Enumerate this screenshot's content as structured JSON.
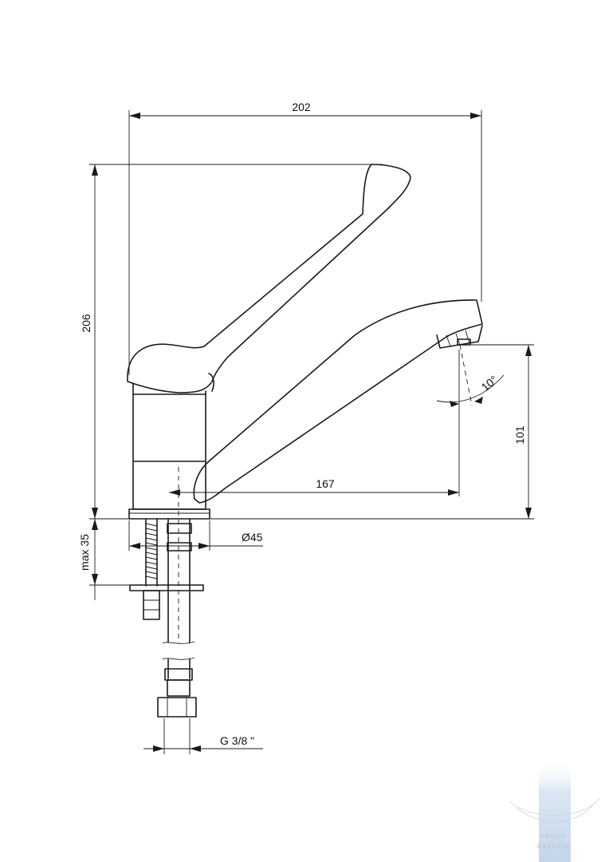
{
  "dimensions": {
    "width_total": "202",
    "height_total": "206",
    "spout_height": "101",
    "spout_reach": "167",
    "base_diameter": "Ø45",
    "mount_thickness": "max 35",
    "spout_angle": "10°",
    "connection_thread": "G 3/8 \""
  },
  "watermark": {
    "line1": "vannu",
    "line2": "pasaule"
  },
  "colors": {
    "line": "#1a1a1a",
    "watermark": "#c9d9ea"
  }
}
